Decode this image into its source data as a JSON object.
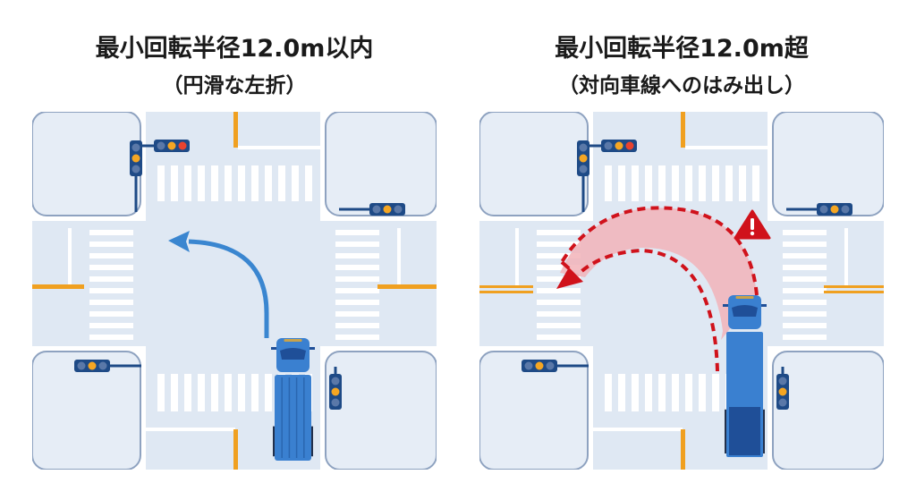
{
  "panels": [
    {
      "title": "最小回転半径12.0m以内",
      "subtitle": "（円滑な左折）",
      "scenario": "smooth-left-turn",
      "path_color": "#3a86d0"
    },
    {
      "title": "最小回転半径12.0m超",
      "subtitle": "（対向車線へのはみ出し）",
      "scenario": "wide-turn-into-oncoming-lane",
      "path_color": "#d0121b",
      "warning_icon": "warning-triangle-icon"
    }
  ],
  "colors": {
    "road": "#dfe8f3",
    "block": "#e6edf6",
    "curb_line": "#8ea2c0",
    "center_line": "#f0a020",
    "truck": "#3a80d0",
    "truck_dark": "#1f4f98",
    "signal": "#1e4a86",
    "signal_amber": "#f5a623",
    "signal_red": "#e8432f",
    "warning": "#d0121b"
  }
}
